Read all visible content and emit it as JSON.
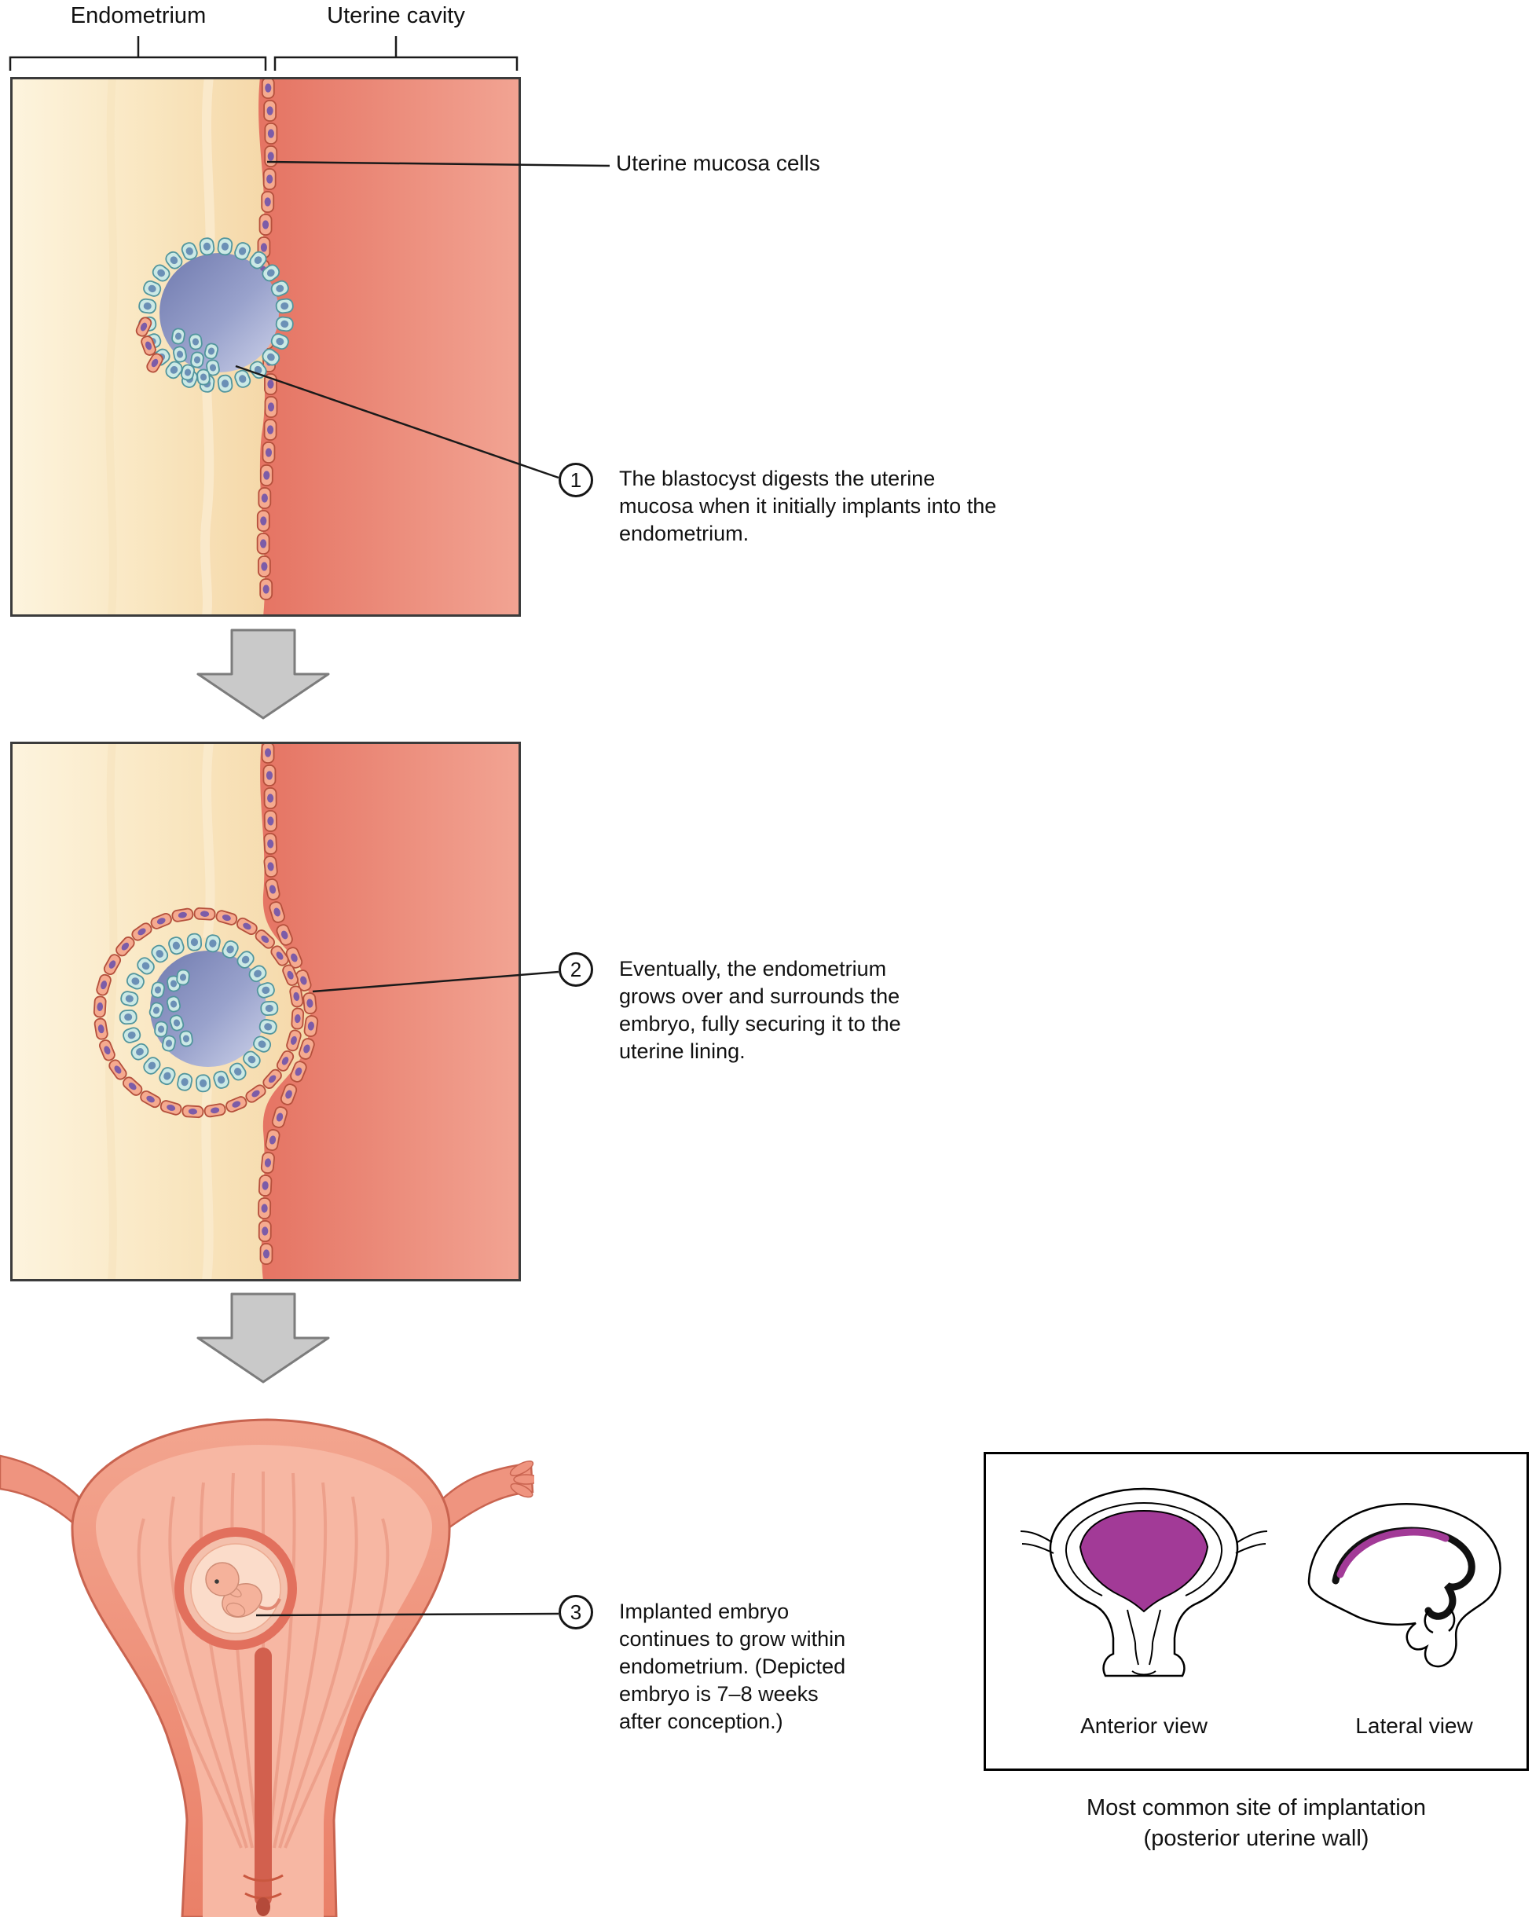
{
  "labels": {
    "endometrium": "Endometrium",
    "uterine_cavity": "Uterine cavity",
    "uterine_mucosa_cells": "Uterine mucosa cells"
  },
  "steps": [
    {
      "number": "1",
      "text": "The blastocyst digests the uterine mucosa when it initially implants into the endometrium."
    },
    {
      "number": "2",
      "text": "Eventually, the endometrium grows over and surrounds the embryo, fully securing it to the uterine lining."
    },
    {
      "number": "3",
      "text": "Implanted embryo continues to grow within endometrium. (Depicted embryo is 7–8 weeks after conception.)"
    }
  ],
  "inset": {
    "anterior_label": "Anterior view",
    "lateral_label": "Lateral view",
    "caption_line1": "Most common site of implantation",
    "caption_line2": "(posterior uterine wall)"
  },
  "colors": {
    "highlight_purple": "#a23a97",
    "arrow_gray": "#c9c9c9",
    "cavity_red": "#da5244",
    "endometrium_cream": "#f9e6c0",
    "trophoblast_teal": "#cbe9e5",
    "blastocoel_blue": "#8a94c3",
    "mucosa_cell_salmon": "#f5aa8f"
  }
}
